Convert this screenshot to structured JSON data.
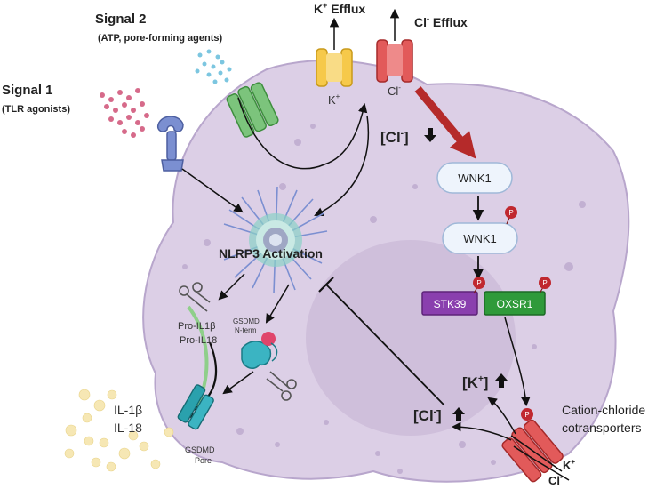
{
  "labels": {
    "signal2_title": "Signal 2",
    "signal2_sub": "(ATP, pore-forming agents)",
    "signal1_title": "Signal 1",
    "signal1_sub": "(TLR agonists)",
    "k_efflux_sym": "K",
    "k_efflux_sup": "+",
    "k_efflux_word": " Efflux",
    "cl_efflux_sym": "Cl",
    "cl_efflux_sup": "-",
    "cl_efflux_word": " Efflux",
    "k_channel_sym": "K",
    "k_channel_sup": "+",
    "cl_channel_sym": "Cl",
    "cl_channel_sup": "-",
    "cl_decrease_open": "[Cl",
    "cl_decrease_sup": "-",
    "cl_decrease_close": "]",
    "wnk1_top": "WNK1",
    "wnk1_bottom": "WNK1",
    "stk39": "STK39",
    "oxsr1": "OXSR1",
    "phospho": "P",
    "nlrp3": "NLRP3 Activation",
    "pro_il1b": "Pro-IL1β",
    "pro_il18": "Pro-IL18",
    "gsdmd_nterm_1": "GSDMD",
    "gsdmd_nterm_2": "N-term",
    "il1b": "IL-1β",
    "il18": "IL-18",
    "gsdmd_pore_1": "GSDMD",
    "gsdmd_pore_2": "Pore",
    "k_increase_open": "[K",
    "k_increase_sup": "+",
    "k_increase_close": "]",
    "cl_increase_open": "[Cl",
    "cl_increase_sup": "-",
    "cl_increase_close": "]",
    "cotransporter_1": "Cation-chloride",
    "cotransporter_2": "cotransporters",
    "k_in_sym": "K",
    "k_in_sup": "+",
    "cl_in_sym": "Cl",
    "cl_in_sup": "-"
  },
  "icons": {
    "signal1_particles": "pink-dots-icon",
    "signal2_particles": "blue-dots-icon",
    "tlr_receptor": "receptor-icon",
    "p2x7_channel": "green-channel-icon",
    "k_channel": "yellow-channel-icon",
    "cl_channel": "red-channel-icon",
    "inflammasome": "nlrp3-complex-icon",
    "scissors": "scissors-icon",
    "gsdmd_protein": "gsdmd-protein-icon",
    "gsdmd_pore": "gsdmd-pore-icon",
    "cotransporter": "red-cotransporter-icon"
  },
  "colors": {
    "cell_fill": "#dccfe6",
    "cell_stroke": "#b8a6cc",
    "nucleus_fill": "#cdbdd9",
    "wnk_fill": "#eef4fc",
    "wnk_stroke": "#9fb8d8",
    "stk39_fill": "#8a3fae",
    "oxsr1_fill": "#2f9a3a",
    "phospho_fill": "#c0282f",
    "red_arrow": "#b52a2a",
    "channel_yellow": "#f6c94a",
    "channel_red": "#e25a5a",
    "channel_green": "#7cc47c",
    "receptor_blue": "#7b8fd1",
    "il_dot": "#f6e7b4"
  }
}
